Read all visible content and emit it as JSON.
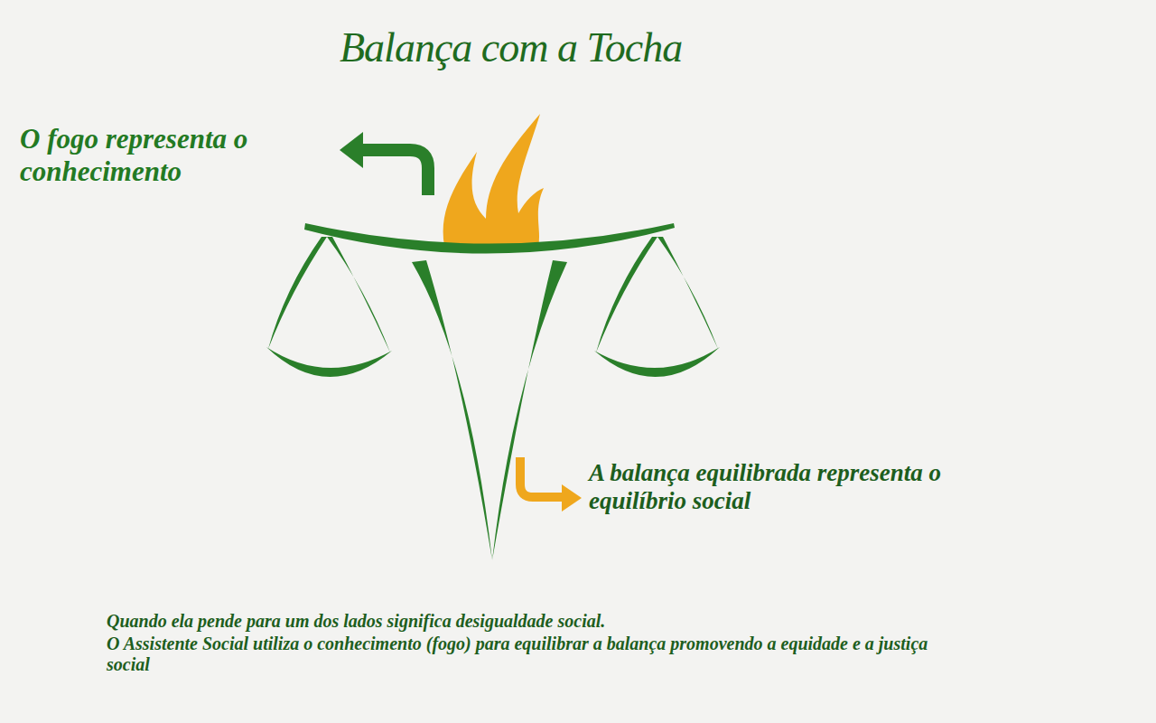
{
  "diagram": {
    "title": "Balança com a Tocha",
    "labels": [
      "O fogo representa o conhecimento",
      "A balança equilibrada representa o equilíbrio social",
      "Quando ela pende para um dos lados significa desigualdade social.",
      "O Assistente Social utiliza o conhecimento (fogo) para equilibrar a balança promovendo a equidade e a justiça social"
    ]
  }
}
